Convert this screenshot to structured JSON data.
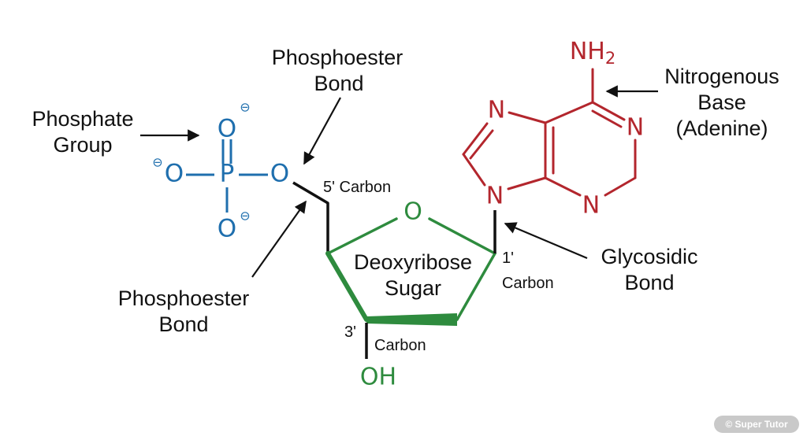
{
  "colors": {
    "phosphate": "#1f6fae",
    "sugar": "#2e8b3e",
    "base": "#b3262d",
    "bond": "#111111",
    "watermark_bg": "#c9c9c9"
  },
  "labels": {
    "phosphate_group": [
      "Phosphate",
      "Group"
    ],
    "phosphoester_top": [
      "Phosphoester",
      "Bond"
    ],
    "phosphoester_bottom": [
      "Phosphoester",
      "Bond"
    ],
    "nitrogenous_base": [
      "Nitrogenous",
      "Base",
      "(Adenine)"
    ],
    "glycosidic": [
      "Glycosidic",
      "Bond"
    ],
    "sugar": [
      "Deoxyribose",
      "Sugar"
    ],
    "c5": "5' Carbon",
    "c1_num": "1'",
    "c1_word": "Carbon",
    "c3_num": "3'",
    "c3_word": "Carbon"
  },
  "atoms": {
    "phosphate": {
      "O_top": "O",
      "O_left": "O",
      "P": "P",
      "O_right": "O",
      "O_bottom": "O",
      "charge": "⊖"
    },
    "sugar": {
      "ring_O": "O",
      "OH": "OH"
    },
    "base": {
      "NH": "NH",
      "sub2": "2",
      "N": "N"
    }
  },
  "watermark": "© Super Tutor"
}
